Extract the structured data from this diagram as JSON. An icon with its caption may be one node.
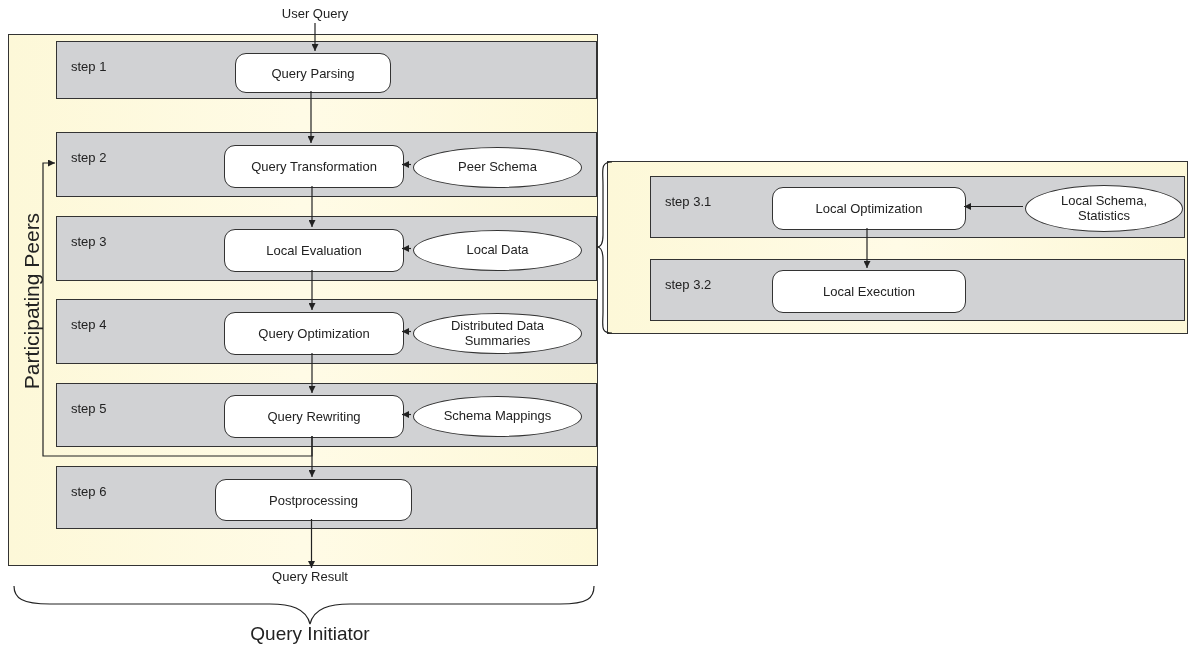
{
  "diagram": {
    "nodes": [
      {
        "text": [
          "Participating Peers"
        ]
      },
      {
        "text": [
          "step 1"
        ],
        "in": 0
      },
      {
        "text": [
          "Query Parsing"
        ],
        "in": 1
      },
      {
        "text": [
          "step 2"
        ],
        "in": 0
      },
      {
        "text": [
          "Query Transformation"
        ],
        "in": 3
      },
      {
        "text": [
          "Peer Schema"
        ],
        "in": 3
      },
      {
        "text": [
          "step 3"
        ],
        "in": 0
      },
      {
        "text": [
          "Local Evaluation"
        ],
        "in": 6
      },
      {
        "text": [
          "Local Data"
        ],
        "in": 6
      },
      {
        "text": [
          "step 4"
        ],
        "in": 0
      },
      {
        "text": [
          "Query Optimization"
        ],
        "in": 9
      },
      {
        "text": [
          "Distributed Data Summaries"
        ],
        "in": 9
      },
      {
        "text": [
          "step 5"
        ],
        "in": 0
      },
      {
        "text": [
          "Query Rewriting"
        ],
        "in": 12
      },
      {
        "text": [
          "Schema Mappings"
        ],
        "in": 12
      },
      {
        "text": [
          "step 6"
        ],
        "in": 0
      },
      {
        "text": [
          "Postprocessing"
        ],
        "in": 15
      },
      {
        "text": [],
        "shape": "box"
      },
      {
        "text": [
          "step 3.1"
        ],
        "in": 17
      },
      {
        "text": [
          "Local Optimization"
        ],
        "in": 18
      },
      {
        "text": [
          "Local Schema, Statistics"
        ],
        "in": 18
      },
      {
        "text": [
          "step 3.2"
        ],
        "in": 17
      },
      {
        "text": [
          "Local Execution"
        ],
        "in": 21
      },
      {
        "text": [
          "User Query"
        ]
      },
      {
        "text": [
          "Query Result"
        ]
      }
    ],
    "edges": [
      {
        "from": 23,
        "to": 2,
        "arrow": "to"
      },
      {
        "from": 2,
        "to": 4,
        "arrow": "to"
      },
      {
        "from": 5,
        "to": 4,
        "arrow": "to"
      },
      {
        "from": 4,
        "to": 7,
        "arrow": "to"
      },
      {
        "from": 8,
        "to": 7,
        "arrow": "to"
      },
      {
        "from": 7,
        "to": 10,
        "arrow": "to"
      },
      {
        "from": 11,
        "to": 10,
        "arrow": "to"
      },
      {
        "from": 10,
        "to": 13,
        "arrow": "to"
      },
      {
        "from": 14,
        "to": 13,
        "arrow": "to"
      },
      {
        "from": 13,
        "to": 16,
        "arrow": "to"
      },
      {
        "from": 13,
        "to": 3,
        "arrow": "to"
      },
      {
        "from": 16,
        "to": 24,
        "arrow": "to"
      },
      {
        "from": 20,
        "to": 19,
        "arrow": "to"
      },
      {
        "from": 19,
        "to": 22,
        "arrow": "to"
      }
    ],
    "labels": [
      "Query Initiator"
    ]
  }
}
